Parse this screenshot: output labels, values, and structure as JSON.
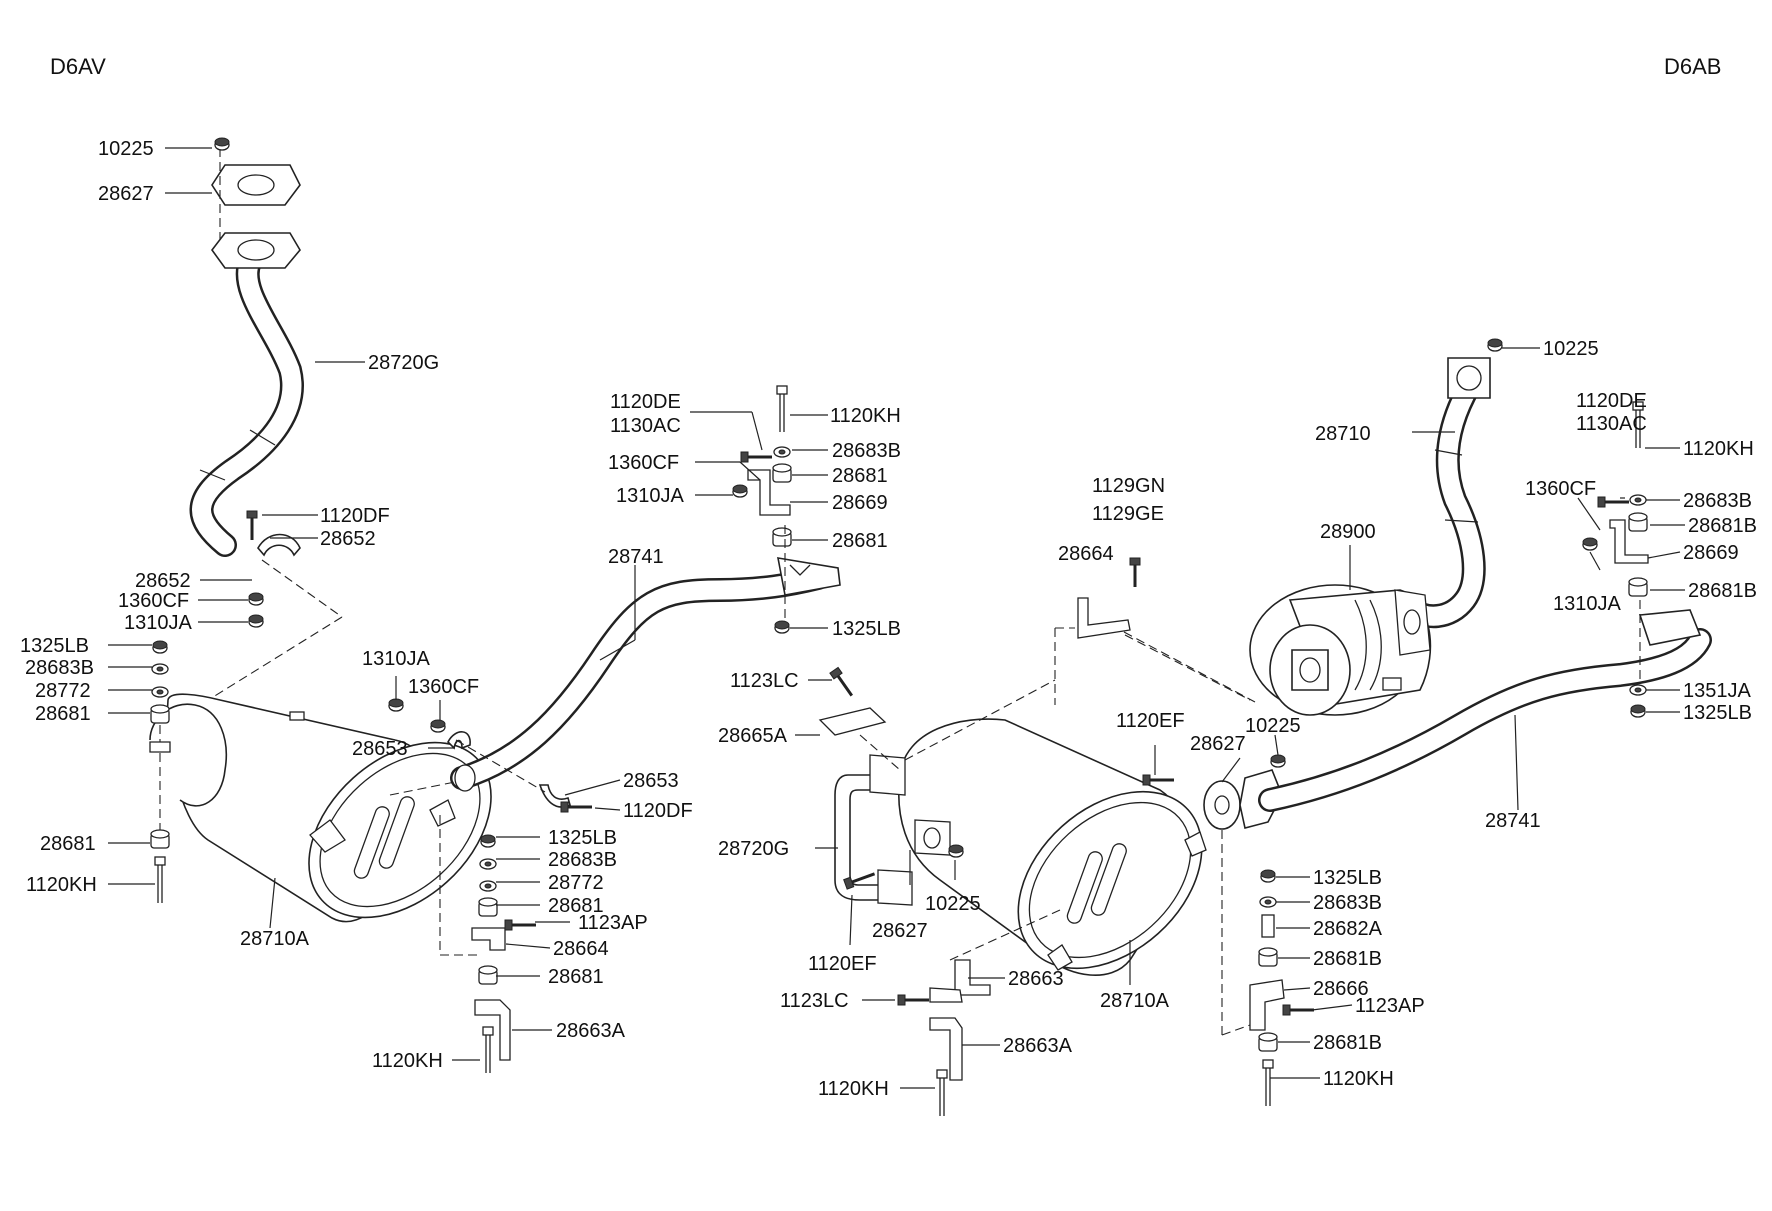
{
  "variants": {
    "left": "D6AV",
    "right": "D6AB"
  },
  "labels": [
    "10225",
    "28627",
    "28720G",
    "1120DF",
    "28652",
    "28652",
    "1360CF",
    "1310JA",
    "1325LB",
    "28683B",
    "28772",
    "28681",
    "28681",
    "1120KH",
    "28710A",
    "1310JA",
    "1360CF",
    "28653",
    "28653",
    "1120DF",
    "1325LB",
    "28683B",
    "28772",
    "28681",
    "1123AP",
    "28664",
    "28681",
    "28663A",
    "1120KH",
    "28741",
    "1120DE",
    "1130AC",
    "1120KH",
    "28683B",
    "1360CF",
    "28681",
    "1310JA",
    "28669",
    "28681",
    "1325LB",
    "1123LC",
    "28665A",
    "28720G",
    "28627",
    "1120EF",
    "1123LC",
    "28663",
    "28663A",
    "1120KH",
    "1129GN",
    "1129GE",
    "28664",
    "1120EF",
    "28627",
    "10225",
    "10225",
    "28710A",
    "28710",
    "10225",
    "28900",
    "1120DE",
    "1130AC",
    "1120KH",
    "1360CF",
    "28683B",
    "28681B",
    "28669",
    "1310JA",
    "28681B",
    "1351JA",
    "1325LB",
    "28741",
    "1325LB",
    "28683B",
    "28682A",
    "28681B",
    "28666",
    "1123AP",
    "28681B",
    "1120KH"
  ]
}
